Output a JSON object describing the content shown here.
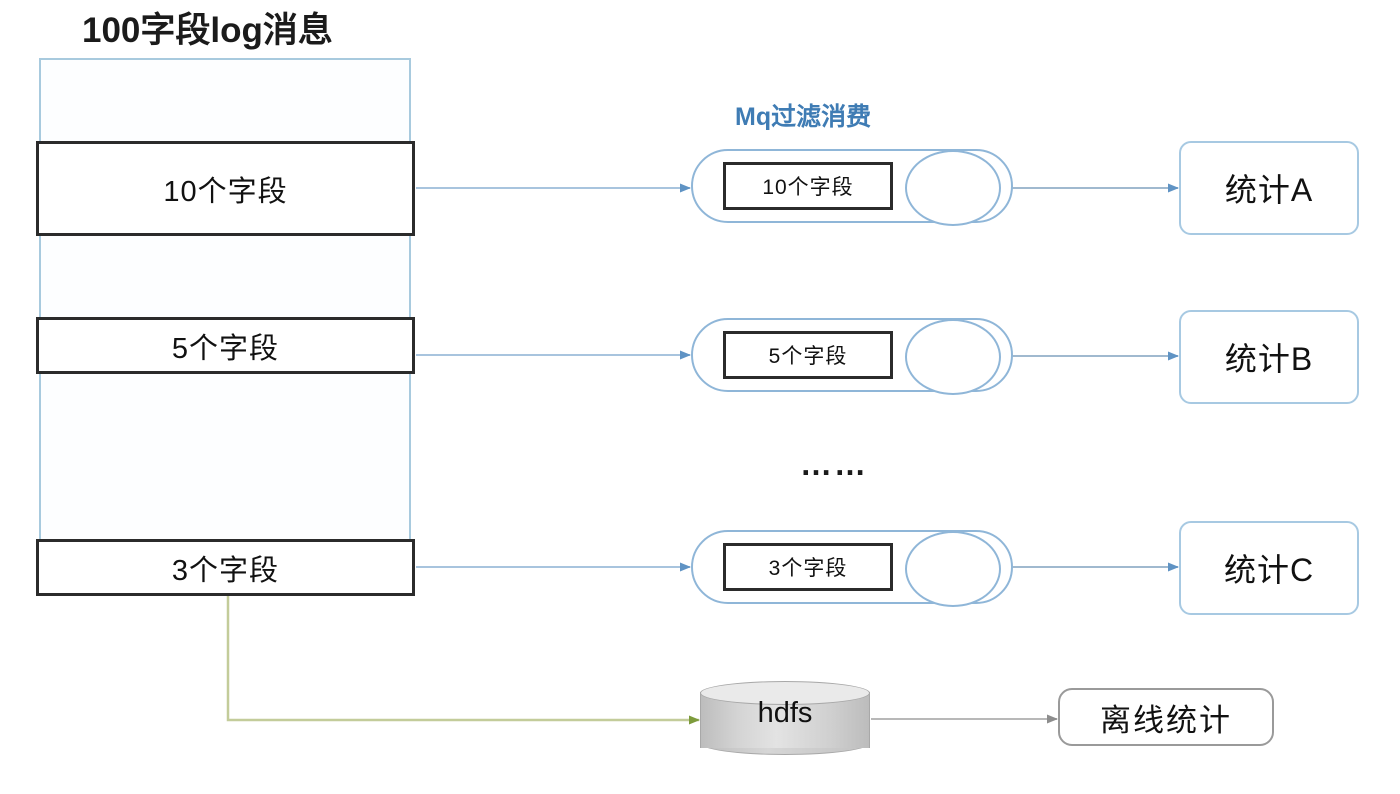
{
  "diagram": {
    "title": "100字段log消息",
    "mq_title": "Mq过滤消费",
    "ellipsis": "……",
    "colors": {
      "outer_border": "#a8cade",
      "inner_border": "#2b2b2b",
      "mq_border": "#8fb6d8",
      "mq_title_text": "#3f7cb4",
      "stat_border": "#a7c9e2",
      "arrow_blue": "#7da9cf",
      "arrow_green": "#9fb96a",
      "arrow_gray": "#9a9a9a",
      "cylinder_fill": "#d4d4d4",
      "offline_border": "#9a9a9a",
      "background": "#ffffff"
    }
  },
  "source_stack": {
    "fields": [
      {
        "label": "10个字段"
      },
      {
        "label": "5个字段"
      },
      {
        "label": "3个字段"
      }
    ]
  },
  "mq_nodes": [
    {
      "label": "10个字段"
    },
    {
      "label": "5个字段"
    },
    {
      "label": "3个字段"
    }
  ],
  "stat_outputs": [
    {
      "label": "统计A"
    },
    {
      "label": "统计B"
    },
    {
      "label": "统计C"
    }
  ],
  "storage": {
    "hdfs_label": "hdfs",
    "offline_label": "离线统计"
  }
}
